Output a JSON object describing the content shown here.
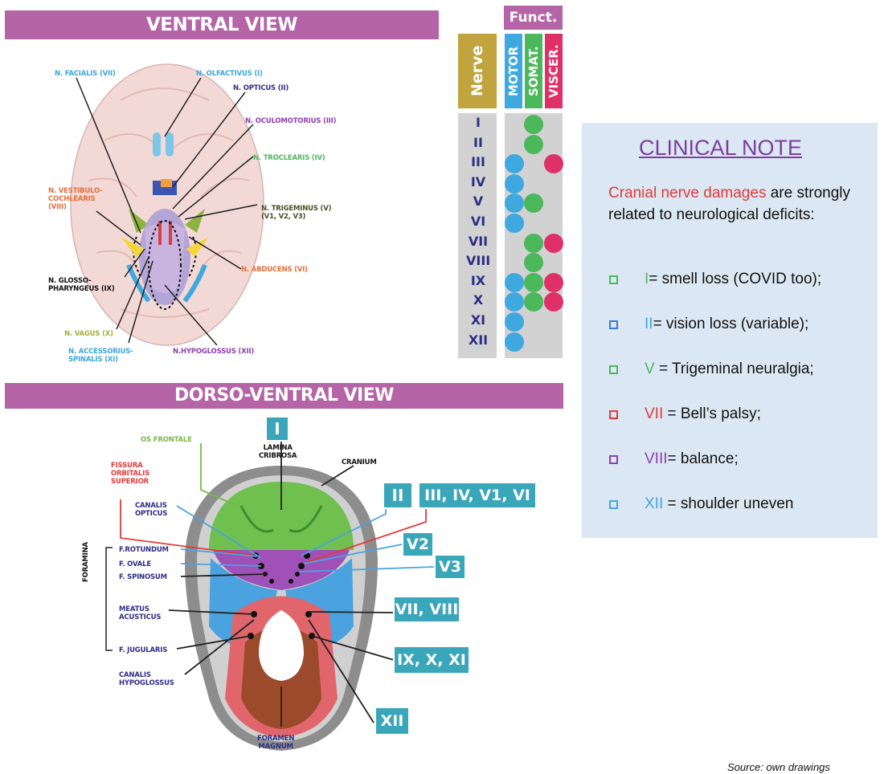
{
  "ventral": {
    "title": "VENTRAL VIEW",
    "labels": {
      "facialis": "N. FACIALIS (VII)",
      "olfactivus": "N. OLFACTIVUS (I)",
      "opticus": "N. OPTICUS (II)",
      "oculomotorius": "N. OCULOMOTORIUS (III)",
      "trochlearis": "N. TROCLEARIS (IV)",
      "vestibulo": "N. VESTIBULO-\nCOCHLEARIS\n(VIII)",
      "trigeminus": "N. TRIGEMINUS (V)\n(V1, V2, V3)",
      "abducens": "N. ABDUCENS (VI)",
      "glosso": "N. GLOSSO-\nPHARYNGEUS (IX)",
      "vagus": "N. VAGUS (X)",
      "accessorius": "N. ACCESSORIUS-\nSPINALIS (XI)",
      "hypoglossus": "N.HYPOGLOSSUS (XII)"
    }
  },
  "dorso": {
    "title": "DORSO-VENTRAL VIEW",
    "labels": {
      "os_frontale": "OS FRONTALE",
      "lamina": "LAMINA\nCRIBROSA",
      "cranium": "CRANIUM",
      "fissura": "FISSURA\nORBITALIS\nSUPERIOR",
      "canalis_opticus": "CANALIS\nOPTICUS",
      "f_rotundum": "F.ROTUNDUM",
      "f_ovale": "F. OVALE",
      "f_spinosum": "F. SPINOSUM",
      "foramina": "FORAMINA",
      "meatus": "MEATUS\nACUSTICUS",
      "f_jugularis": "F. JUGULARIS",
      "canalis_hypoglossus": "CANALIS\nHYPOGLOSSUS",
      "foramen_magnum": "FORAMEN\nMAGNUM"
    },
    "boxes": {
      "i": "I",
      "ii": "II",
      "iii_iv_v1_vi": "III, IV, V1, VI",
      "v2": "V2",
      "v3": "V3",
      "vii_viii": "VII, VIII",
      "ix_x_xi": "IX, X, XI",
      "xii": "XII"
    }
  },
  "table": {
    "funct": "Funct.",
    "nerve": "Nerve",
    "motor": "MOTOR",
    "somat": "SOMAT.",
    "viscer": "VISCER.",
    "rows": [
      {
        "nerve": "I",
        "motor": false,
        "somat": true,
        "viscer": false
      },
      {
        "nerve": "II",
        "motor": false,
        "somat": true,
        "viscer": false
      },
      {
        "nerve": "III",
        "motor": true,
        "somat": false,
        "viscer": true
      },
      {
        "nerve": "IV",
        "motor": true,
        "somat": false,
        "viscer": false
      },
      {
        "nerve": "V",
        "motor": true,
        "somat": true,
        "viscer": false
      },
      {
        "nerve": "VI",
        "motor": true,
        "somat": false,
        "viscer": false
      },
      {
        "nerve": "VII",
        "motor": false,
        "somat": true,
        "viscer": true
      },
      {
        "nerve": "VIII",
        "motor": false,
        "somat": true,
        "viscer": false
      },
      {
        "nerve": "IX",
        "motor": true,
        "somat": true,
        "viscer": true
      },
      {
        "nerve": "X",
        "motor": true,
        "somat": true,
        "viscer": true
      },
      {
        "nerve": "XI",
        "motor": true,
        "somat": false,
        "viscer": false
      },
      {
        "nerve": "XII",
        "motor": true,
        "somat": false,
        "viscer": false
      }
    ]
  },
  "clinical": {
    "title": "CLINICAL NOTE",
    "intro_highlight": "Cranial nerve damages",
    "intro_rest": " are strongly related to neurological deficits:",
    "items": [
      {
        "key": "I",
        "text": "= smell loss (COVID too);"
      },
      {
        "key": "II",
        "text": "= vision loss (variable);"
      },
      {
        "key": "V",
        "text": " = Trigeminal neuralgia;"
      },
      {
        "key": "VII",
        "text": " = Bell’s palsy;"
      },
      {
        "key": "VIII",
        "text": "= balance;"
      },
      {
        "key": "XII",
        "text": " = shoulder uneven"
      }
    ]
  },
  "source": "Source: own drawings",
  "colors": {
    "banner": "#b565a7",
    "nerve_header": "#c1a43d",
    "motor": "#3fa9df",
    "somat": "#4cb85c",
    "viscer": "#e0306a",
    "teal": "#3aa6b9",
    "note_bg": "#dbe7f2",
    "note_title": "#7b3fa0"
  }
}
